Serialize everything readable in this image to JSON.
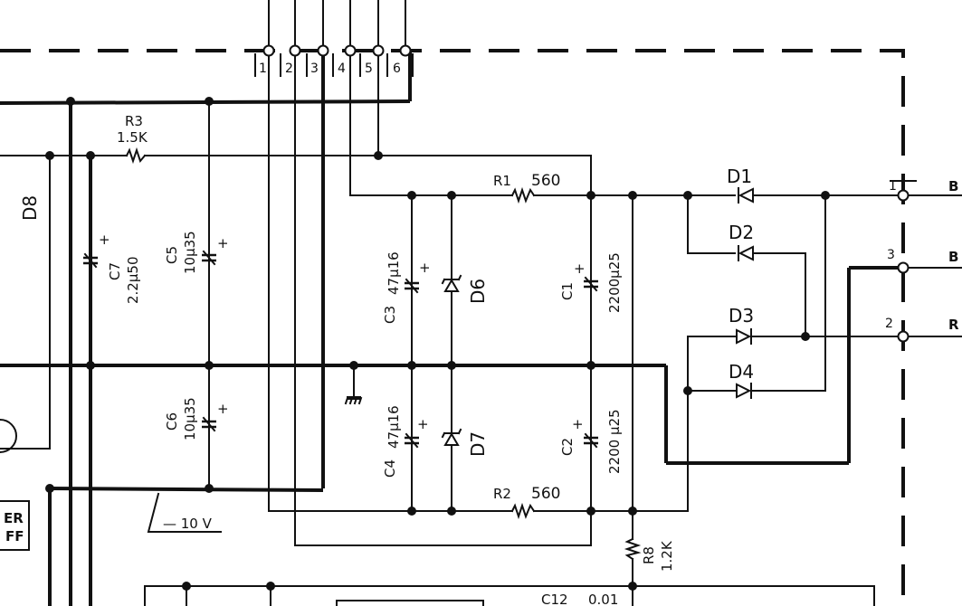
{
  "connector_top": {
    "pins": [
      "1",
      "2",
      "3",
      "4",
      "5",
      "6"
    ]
  },
  "connector_right": {
    "pins": [
      "1",
      "3",
      "2"
    ],
    "edge_labels": [
      "B",
      "B",
      "R"
    ]
  },
  "resistors": {
    "r1": {
      "ref": "R1",
      "value": "560"
    },
    "r2": {
      "ref": "R2",
      "value": "560"
    },
    "r3": {
      "ref": "R3",
      "value": "1.5K"
    },
    "r8": {
      "ref": "R8",
      "value": "1.2K"
    }
  },
  "capacitors": {
    "c1": {
      "ref": "C1",
      "value": "2200µ25",
      "polarity": "+"
    },
    "c2": {
      "ref": "C2",
      "value": "2200 µ25",
      "polarity": "+"
    },
    "c3": {
      "ref": "C3",
      "value": "47µ16",
      "polarity": "+"
    },
    "c4": {
      "ref": "C4",
      "value": "47µ16",
      "polarity": "+"
    },
    "c5": {
      "ref": "C5",
      "value": "10µ35",
      "polarity": "+"
    },
    "c6": {
      "ref": "C6",
      "value": "10µ35",
      "polarity": "+"
    },
    "c7": {
      "ref": "C7",
      "value": "2.2µ50",
      "polarity": "+"
    },
    "c12": {
      "ref": "C12",
      "value": "0.01"
    }
  },
  "diodes": {
    "d1": {
      "ref": "D1"
    },
    "d2": {
      "ref": "D2"
    },
    "d3": {
      "ref": "D3"
    },
    "d4": {
      "ref": "D4"
    },
    "d6": {
      "ref": "D6"
    },
    "d7": {
      "ref": "D7"
    },
    "d8": {
      "ref": "D8"
    }
  },
  "annotations": {
    "voltage": "— 10 V",
    "box_left_top": "ER",
    "box_left_bottom": "FF"
  }
}
